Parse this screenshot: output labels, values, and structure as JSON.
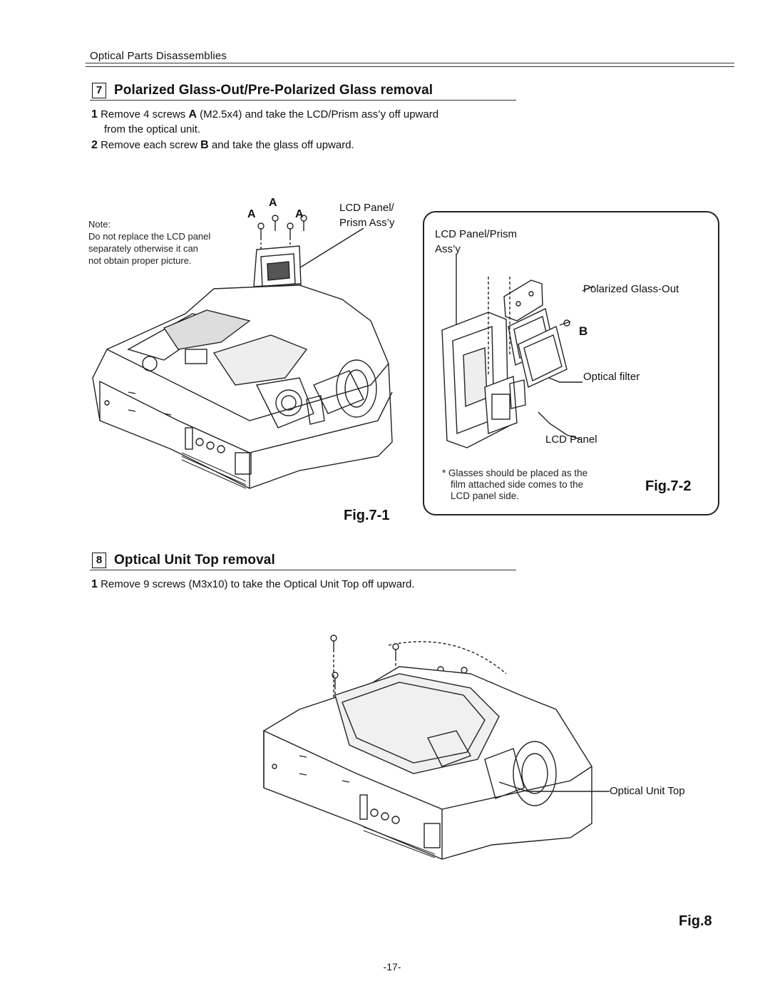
{
  "header": {
    "section_label": "Optical Parts Disassemblies"
  },
  "section7": {
    "number": "7",
    "title": "Polarized Glass-Out/Pre-Polarized Glass removal",
    "steps": [
      {
        "num": "1",
        "pre": "Remove 4 screws ",
        "bold": "A",
        "post": " (M2.5x4) and take the LCD/Prism ass’y off upward",
        "post2": "from the optical unit."
      },
      {
        "num": "2",
        "pre": "Remove each screw ",
        "bold": "B",
        "post": " and take the glass off upward."
      }
    ],
    "fig1": {
      "note_heading": "Note:",
      "note_lines": [
        "Do not replace the LCD panel",
        "separately otherwise it can",
        "not obtain proper picture."
      ],
      "screw_letters": [
        "A",
        "A",
        "A"
      ],
      "label_lcd_prism": [
        "LCD Panel/",
        "Prism Ass’y"
      ],
      "caption": "Fig.7-1"
    },
    "fig2": {
      "label_lcd_prism_assy": [
        "LCD Panel/Prism",
        "Ass’y"
      ],
      "label_polarized": "Polarized Glass-Out",
      "screw_letter": "B",
      "label_optical_filter": "Optical filter",
      "label_lcd_panel": "LCD Panel",
      "footnote_lines": [
        "* Glasses should be placed as the",
        "film attached side comes to the",
        "LCD panel side."
      ],
      "caption": "Fig.7-2"
    }
  },
  "section8": {
    "number": "8",
    "title": "Optical Unit Top removal",
    "steps": [
      {
        "num": "1",
        "text": "Remove 9 screws (M3x10) to take the Optical Unit Top off upward."
      }
    ],
    "fig8": {
      "label_optical_unit_top": "Optical Unit Top",
      "caption": "Fig.8"
    }
  },
  "footer": {
    "page_number": "-17-"
  }
}
